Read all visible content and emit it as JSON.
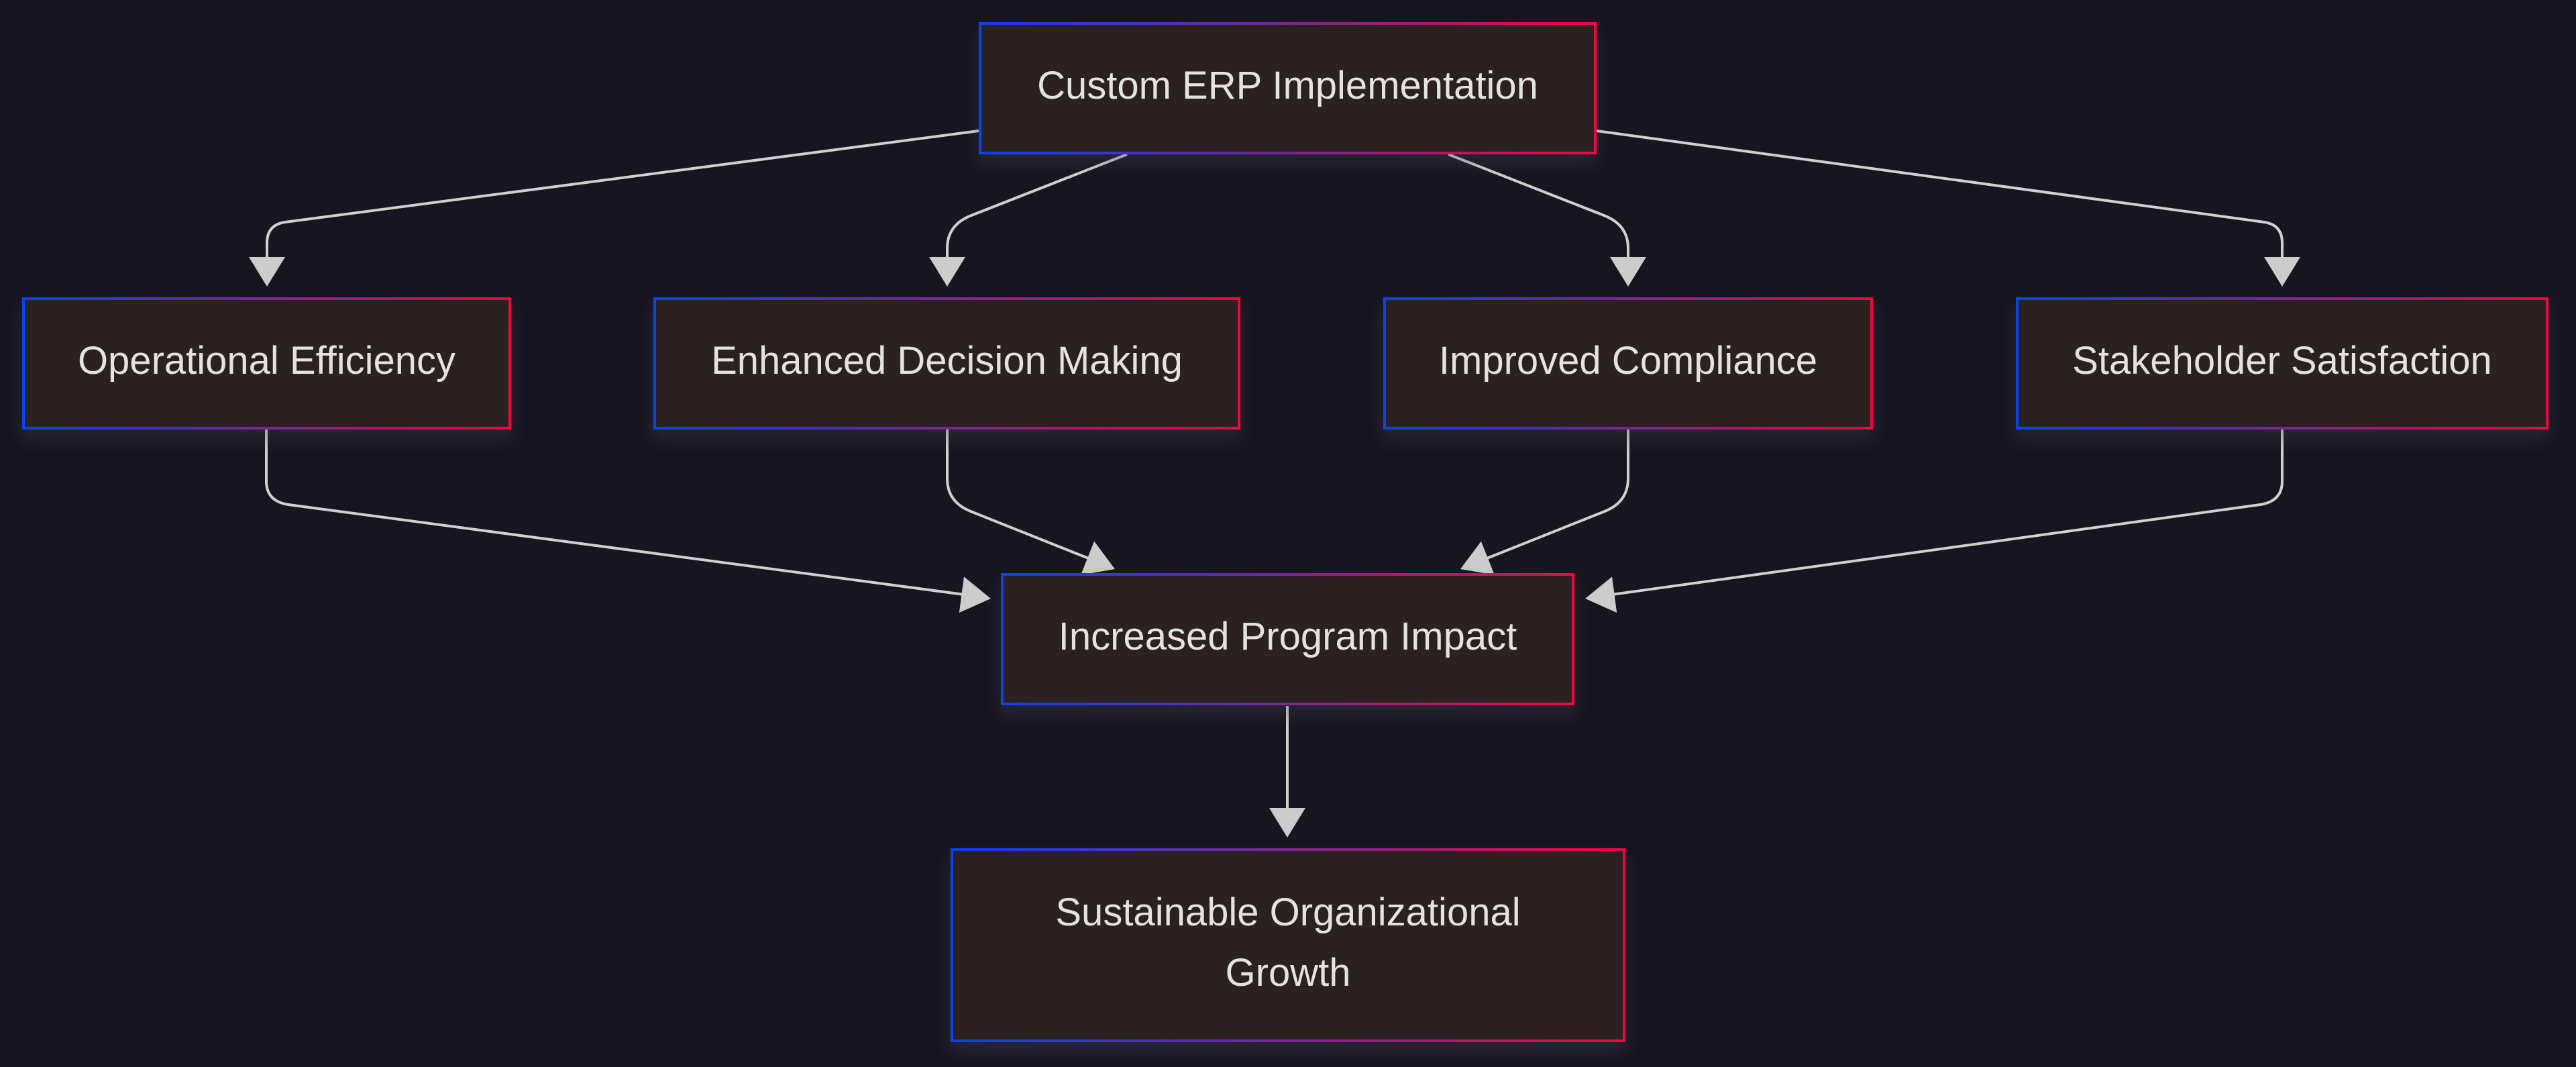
{
  "diagram": {
    "type": "flowchart",
    "direction": "top-down",
    "colors": {
      "background": "#171620",
      "node_fill": "#2b2120",
      "border_gradient_start": "#0a43f0",
      "border_gradient_end": "#f0073f",
      "edge": "#d0d0d0",
      "text": "#e4e2e2"
    },
    "nodes": [
      {
        "id": "erp",
        "lines": [
          "Custom ERP Implementation"
        ]
      },
      {
        "id": "efficiency",
        "lines": [
          "Operational Efficiency"
        ]
      },
      {
        "id": "decision",
        "lines": [
          "Enhanced Decision Making"
        ]
      },
      {
        "id": "compliance",
        "lines": [
          "Improved Compliance"
        ]
      },
      {
        "id": "stakeholder",
        "lines": [
          "Stakeholder Satisfaction"
        ]
      },
      {
        "id": "impact",
        "lines": [
          "Increased Program Impact"
        ]
      },
      {
        "id": "growth",
        "lines": [
          "Sustainable Organizational",
          "Growth"
        ]
      }
    ],
    "edges": [
      {
        "from": "erp",
        "to": "efficiency"
      },
      {
        "from": "erp",
        "to": "decision"
      },
      {
        "from": "erp",
        "to": "compliance"
      },
      {
        "from": "erp",
        "to": "stakeholder"
      },
      {
        "from": "efficiency",
        "to": "impact"
      },
      {
        "from": "decision",
        "to": "impact"
      },
      {
        "from": "compliance",
        "to": "impact"
      },
      {
        "from": "stakeholder",
        "to": "impact"
      },
      {
        "from": "impact",
        "to": "growth"
      }
    ]
  }
}
